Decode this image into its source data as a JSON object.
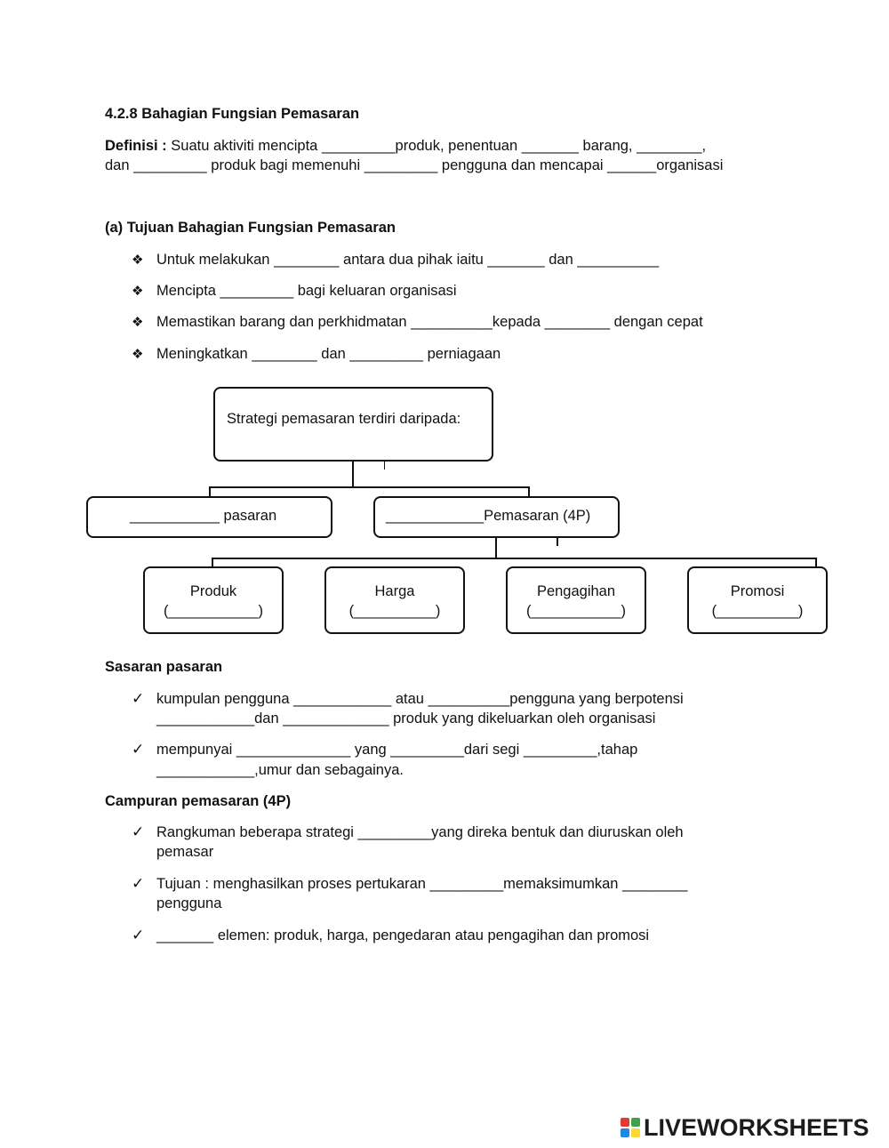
{
  "heading": "4.2.8 Bahagian Fungsian Pemasaran",
  "definition": {
    "label": "Definisi :",
    "line1": "Suatu aktiviti mencipta _________produk, penentuan _______ barang, ________,",
    "line2": "dan _________ produk bagi memenuhi _________ pengguna dan mencapai ______organisasi"
  },
  "section_a": {
    "title": "(a) Tujuan Bahagian Fungsian Pemasaran",
    "bullets": [
      "Untuk melakukan ________ antara dua pihak iaitu _______ dan __________",
      "Mencipta _________ bagi keluaran organisasi",
      "Memastikan barang dan perkhidmatan __________kepada ________ dengan cepat",
      "Meningkatkan ________ dan _________ perniagaan"
    ]
  },
  "diagram": {
    "root": "Strategi pemasaran terdiri daripada:",
    "left": "___________ pasaran",
    "right": "____________Pemasaran (4P)",
    "children": [
      {
        "name": "Produk",
        "blank": "(___________)"
      },
      {
        "name": "Harga",
        "blank": "(__________)"
      },
      {
        "name": "Pengagihan",
        "blank": "(___________)"
      },
      {
        "name": "Promosi",
        "blank": "(__________)"
      }
    ]
  },
  "sasaran": {
    "title": "Sasaran pasaran",
    "items": [
      {
        "line1": "kumpulan pengguna ____________ atau __________pengguna yang berpotensi",
        "line2": "____________dan _____________ produk yang dikeluarkan oleh organisasi"
      },
      {
        "line1": "mempunyai ______________ yang _________dari segi _________,tahap",
        "line2": "____________,umur dan sebagainya."
      }
    ]
  },
  "campuran": {
    "title": "Campuran pemasaran (4P)",
    "items": [
      {
        "line1": "Rangkuman beberapa strategi _________yang direka bentuk dan diuruskan oleh",
        "line2": "pemasar"
      },
      {
        "line1": "Tujuan : menghasilkan proses pertukaran _________memaksimumkan ________",
        "line2": "pengguna"
      },
      {
        "line1": "_______ elemen: produk, harga, pengedaran atau pengagihan dan promosi",
        "line2": ""
      }
    ]
  },
  "symbols": {
    "diamond_bullet": "❖",
    "check": "✓"
  },
  "brand": {
    "text": "LIVEWORKSHEETS",
    "colors": [
      "#e53935",
      "#43a047",
      "#1e88e5",
      "#fdd835"
    ]
  }
}
